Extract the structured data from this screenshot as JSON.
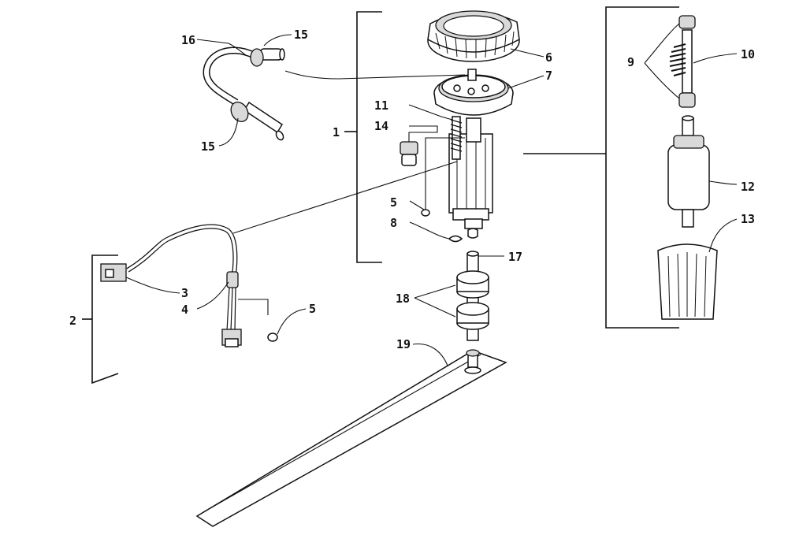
{
  "callouts": {
    "c1": "1",
    "c2": "2",
    "c3": "3",
    "c4": "4",
    "c5a": "5",
    "c5b": "5",
    "c6": "6",
    "c7": "7",
    "c8": "8",
    "c9": "9",
    "c10": "10",
    "c11": "11",
    "c12": "12",
    "c13": "13",
    "c14": "14",
    "c15a": "15",
    "c15b": "15",
    "c16": "16",
    "c17": "17",
    "c18": "18",
    "c19": "19"
  }
}
